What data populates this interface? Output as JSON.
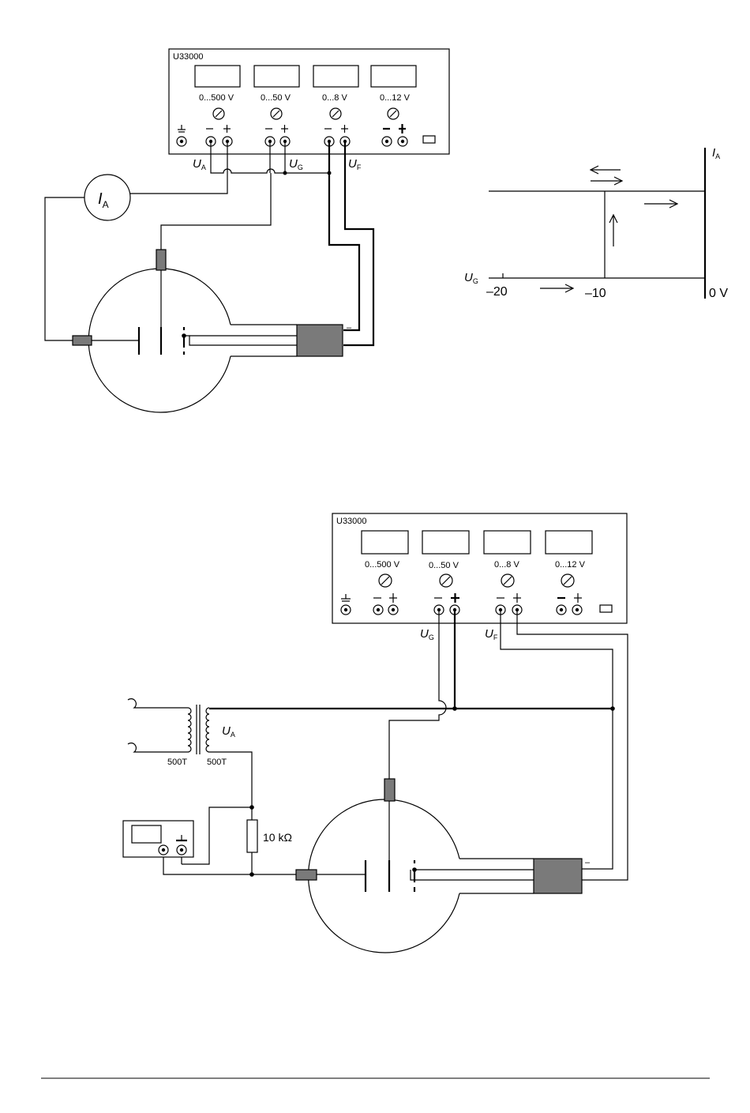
{
  "diagram1": {
    "supply_name": "U33000",
    "ranges": [
      "0...500 V",
      "0...50 V",
      "0...8 V",
      "0...12 V"
    ],
    "label_UA": "U",
    "sub_UA": "A",
    "label_UG": "U",
    "sub_UG": "G",
    "label_UF": "U",
    "sub_UF": "F",
    "meter_symbol": "I",
    "meter_sub": "A",
    "tube_minus": "–"
  },
  "graph": {
    "ylabel": "I",
    "ylabel_sub": "A",
    "xlabel": "U",
    "xlabel_sub": "G",
    "ticks": [
      "–20",
      "–10",
      "0 V"
    ]
  },
  "diagram2": {
    "supply_name": "U33000",
    "ranges": [
      "0...500 V",
      "0...50 V",
      "0...8 V",
      "0...12 V"
    ],
    "label_UG": "U",
    "sub_UG": "G",
    "label_UF": "U",
    "sub_UF": "F",
    "label_UA": "U",
    "sub_UA": "A",
    "turns_primary": "500T",
    "turns_secondary": "500T",
    "resistor": "10 kΩ",
    "tube_minus": "–"
  }
}
